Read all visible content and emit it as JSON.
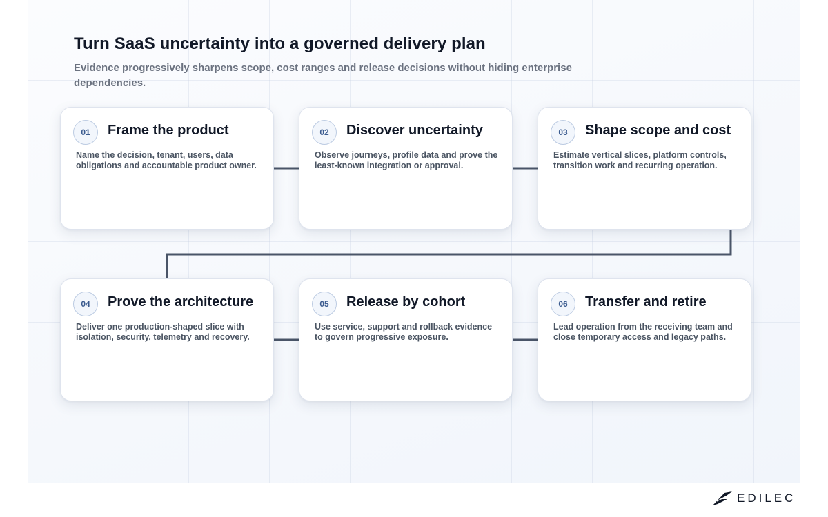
{
  "header": {
    "title": "Turn SaaS uncertainty into a governed delivery plan",
    "subtitle": "Evidence progressively sharpens scope, cost ranges and release decisions without hiding enterprise dependencies."
  },
  "steps": [
    {
      "number": "01",
      "title": "Frame the product",
      "description": "Name the decision, tenant, users, data obligations and accountable product owner."
    },
    {
      "number": "02",
      "title": "Discover uncertainty",
      "description": "Observe journeys, profile data and prove the least-known integration or approval."
    },
    {
      "number": "03",
      "title": "Shape scope and cost",
      "description": "Estimate vertical slices, platform controls, transition work and recurring operation."
    },
    {
      "number": "04",
      "title": "Prove the architecture",
      "description": "Deliver one production-shaped slice with isolation, security, telemetry and recovery."
    },
    {
      "number": "05",
      "title": "Release by cohort",
      "description": "Use service, support and rollback evidence to govern progressive exposure."
    },
    {
      "number": "06",
      "title": "Transfer and retire",
      "description": "Lead operation from the receiving team and close temporary access and legacy paths."
    }
  ],
  "brand": {
    "name": "EDILEC",
    "icon": "edilec-logo-icon"
  },
  "colors": {
    "connector": "#4a5568",
    "badge_text": "#3b5b8f",
    "title_text": "#111827"
  }
}
